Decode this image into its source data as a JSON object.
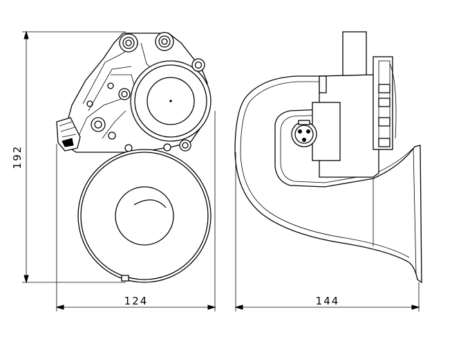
{
  "dimensions": {
    "height_label": "192",
    "front_width_label": "124",
    "side_width_label": "144"
  }
}
